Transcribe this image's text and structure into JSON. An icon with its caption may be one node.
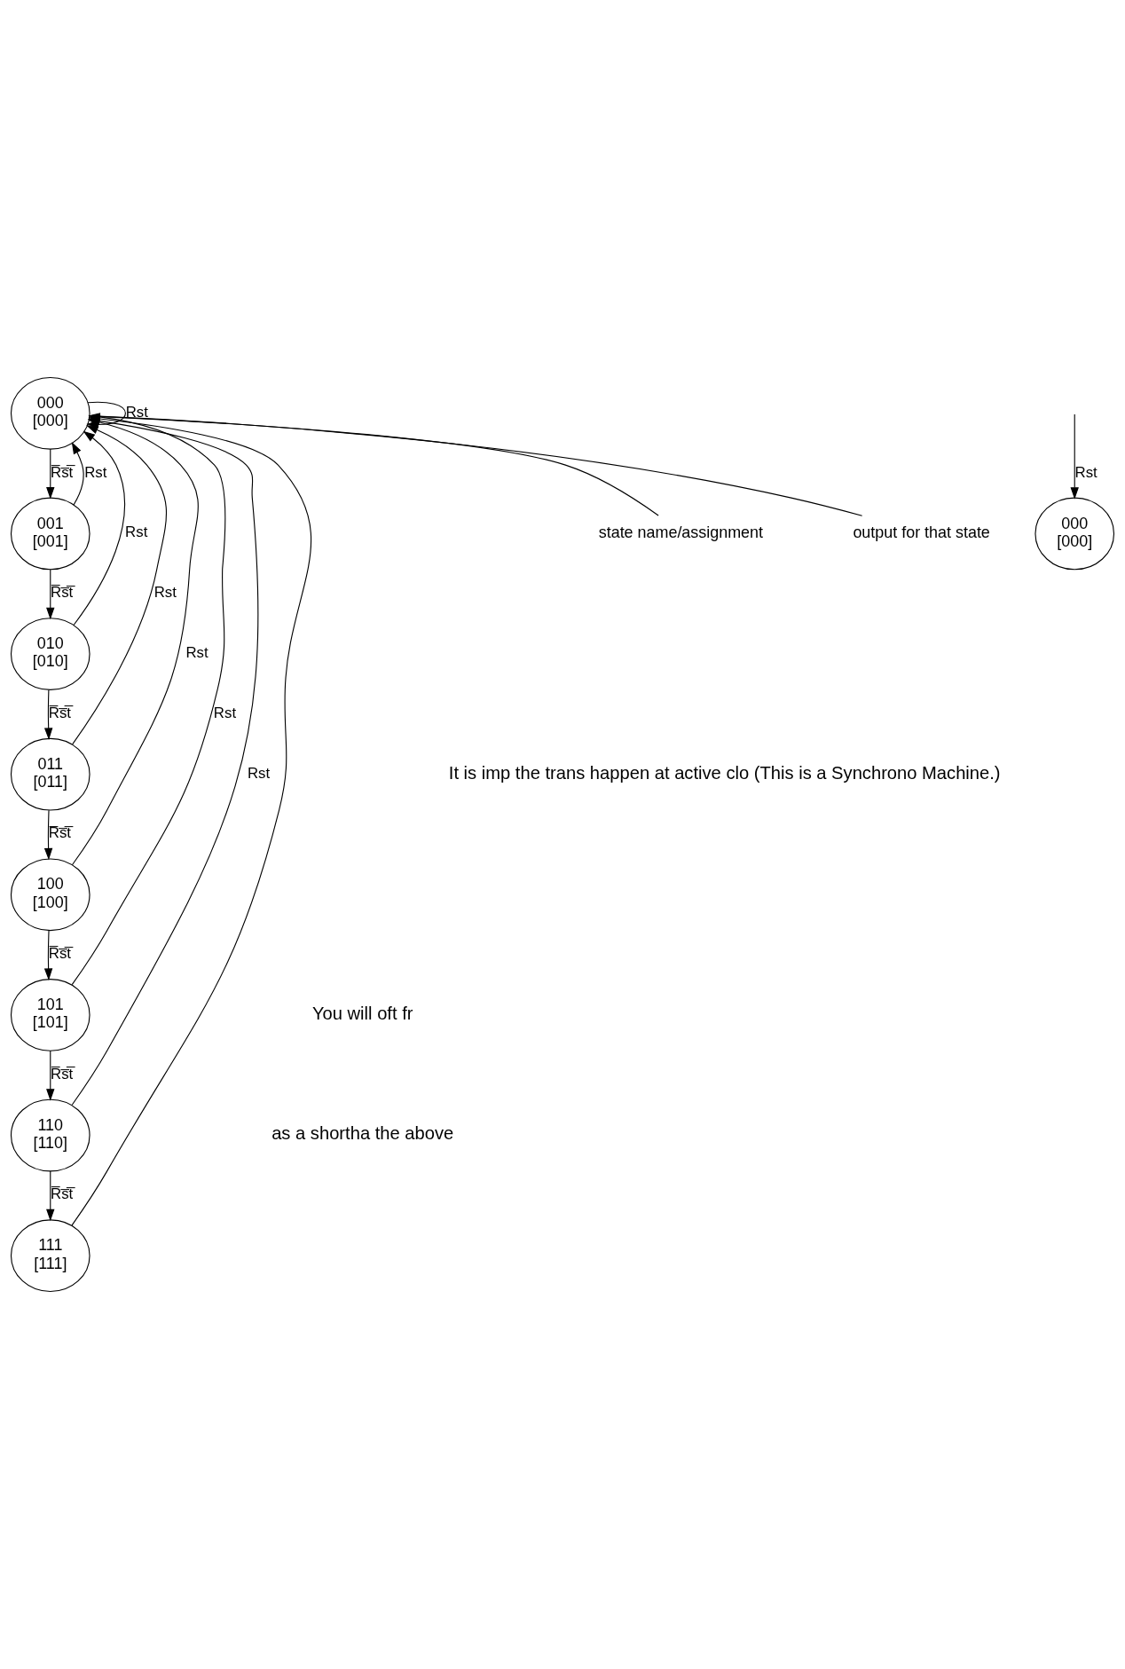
{
  "diagram": {
    "nodes": [
      {
        "text": [
          "000",
          "[000]"
        ]
      },
      {
        "text": [
          "001",
          "[001]"
        ]
      },
      {
        "text": [
          "010",
          "[010]"
        ]
      },
      {
        "text": [
          "011",
          "[011]"
        ]
      },
      {
        "text": [
          "100",
          "[100]"
        ]
      },
      {
        "text": [
          "101",
          "[101]"
        ]
      },
      {
        "text": [
          "110",
          "[110]"
        ]
      },
      {
        "text": [
          "111",
          "[111]"
        ]
      },
      {
        "text": [
          "000",
          "[000]"
        ]
      },
      {
        "text": [
          "state name/assignment"
        ]
      },
      {
        "text": [
          "output for that state"
        ]
      }
    ],
    "edges": [
      {
        "from": 0,
        "to": 0,
        "arrow": "to",
        "label": "Rst"
      },
      {
        "from": 0,
        "to": 1,
        "arrow": "to",
        "label": "R̅s̅t̅"
      },
      {
        "from": 1,
        "to": 2,
        "arrow": "to",
        "label": "R̅s̅t̅"
      },
      {
        "from": 2,
        "to": 3,
        "arrow": "to",
        "label": "R̅s̅t̅"
      },
      {
        "from": 3,
        "to": 4,
        "arrow": "to",
        "label": "R̅s̅t̅"
      },
      {
        "from": 4,
        "to": 5,
        "arrow": "to",
        "label": "R̅s̅t̅"
      },
      {
        "from": 5,
        "to": 6,
        "arrow": "to",
        "label": "R̅s̅t̅"
      },
      {
        "from": 6,
        "to": 7,
        "arrow": "to",
        "label": "R̅s̅t̅"
      },
      {
        "from": 1,
        "to": 0,
        "arrow": "to",
        "label": "Rst"
      },
      {
        "from": 2,
        "to": 0,
        "arrow": "to",
        "label": "Rst"
      },
      {
        "from": 3,
        "to": 0,
        "arrow": "to",
        "label": "Rst"
      },
      {
        "from": 4,
        "to": 0,
        "arrow": "to",
        "label": "Rst"
      },
      {
        "from": 5,
        "to": 0,
        "arrow": "to",
        "label": "Rst"
      },
      {
        "from": 6,
        "to": 0,
        "arrow": "to",
        "label": "Rst"
      },
      {
        "from": 7,
        "to": 0,
        "arrow": "to"
      },
      {
        "from": null,
        "to": 8,
        "arrow": "to",
        "label": "Rst"
      },
      {
        "from": 9,
        "to": 0,
        "arrow": "none"
      },
      {
        "from": 10,
        "to": 0,
        "arrow": "none"
      }
    ],
    "labels": [
      "It is imp the trans happen at active clo (This is a Synchrono Machine.)",
      "You will oft fr",
      "as a shortha the above"
    ]
  }
}
